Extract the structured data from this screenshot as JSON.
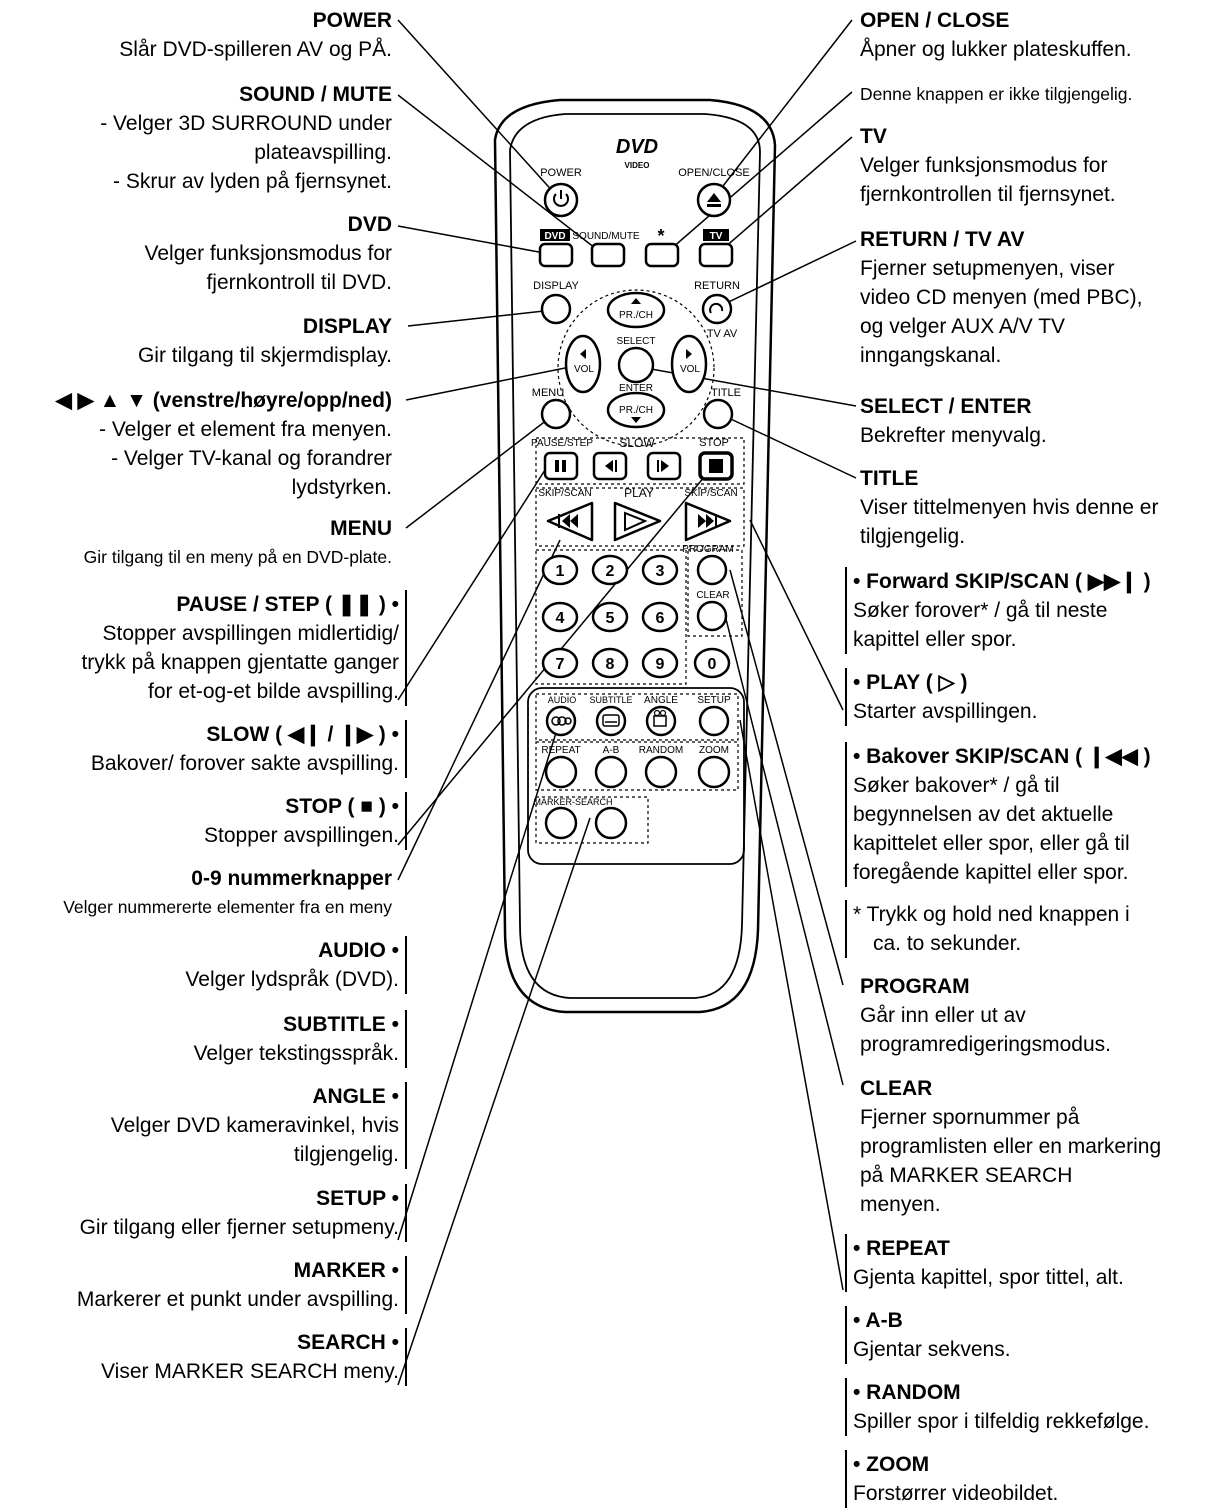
{
  "left_labels": [
    {
      "id": "power",
      "title": "POWER",
      "desc": "Slår DVD-spilleren AV og PÅ."
    },
    {
      "id": "sound_mute",
      "title": "SOUND / MUTE",
      "desc": "- Velger 3D SURROUND under\nplateavspilling.\n- Skrur av lyden på fjernsynet."
    },
    {
      "id": "dvd",
      "title": "DVD",
      "desc": "Velger funksjonsmodus for\nfjernkontroll til DVD."
    },
    {
      "id": "display",
      "title": "DISPLAY",
      "desc": "Gir tilgang til skjermdisplay."
    },
    {
      "id": "arrows",
      "title": "◀ ▶ ▲ ▼ (venstre/høyre/opp/ned)",
      "desc": "- Velger et element fra menyen.\n- Velger TV-kanal og forandrer\nlydstyrken."
    },
    {
      "id": "menu",
      "title": "MENU",
      "desc": "Gir tilgang til en meny på en DVD-plate."
    },
    {
      "id": "pause_step",
      "title": "PAUSE / STEP ( ❚❚ ) •",
      "desc": "Stopper avspillingen midlertidig/\ntrykk på knappen gjentatte ganger\nfor et-og-et bilde avspilling."
    },
    {
      "id": "slow",
      "title": "SLOW ( ◀❙ / ❙▶ ) •",
      "desc": "Bakover/ forover sakte avspilling."
    },
    {
      "id": "stop",
      "title": "STOP ( ■ ) •",
      "desc": "Stopper avspillingen."
    },
    {
      "id": "numbers",
      "title": "0-9 nummerknapper",
      "desc": "Velger nummererte elementer fra en meny"
    },
    {
      "id": "audio",
      "title": "AUDIO •",
      "desc": "Velger lydspråk (DVD)."
    },
    {
      "id": "subtitle",
      "title": "SUBTITLE •",
      "desc": "Velger tekstingsspråk."
    },
    {
      "id": "angle",
      "title": "ANGLE •",
      "desc": "Velger DVD kameravinkel, hvis\ntilgjengelig."
    },
    {
      "id": "setup",
      "title": "SETUP •",
      "desc": "Gir tilgang eller fjerner setupmeny."
    },
    {
      "id": "marker",
      "title": "MARKER •",
      "desc": "Markerer et punkt under avspilling."
    },
    {
      "id": "search",
      "title": "SEARCH •",
      "desc": "Viser MARKER SEARCH meny."
    }
  ],
  "right_labels": [
    {
      "id": "open_close",
      "title": "OPEN / CLOSE",
      "desc": "Åpner og lukker plateskuffen."
    },
    {
      "id": "star",
      "title": "",
      "desc": "Denne knappen er ikke tilgjengelig."
    },
    {
      "id": "tv",
      "title": "TV",
      "desc": "Velger funksjonsmodus for\nfjernkontrollen til fjernsynet."
    },
    {
      "id": "return",
      "title": "RETURN / TV AV",
      "desc": "Fjerner setupmenyen, viser\nvideo CD menyen (med PBC),\nog velger AUX A/V TV\ninngangskanal."
    },
    {
      "id": "select_enter",
      "title": "SELECT / ENTER",
      "desc": "Bekrefter menyvalg."
    },
    {
      "id": "title",
      "title": "TITLE",
      "desc": "Viser tittelmenyen hvis denne er\ntilgjengelig."
    },
    {
      "id": "fwd_skip",
      "title": "• Forward SKIP/SCAN ( ▶▶❙ )",
      "desc": "Søker forover* / gå til neste\nkapittel eller spor."
    },
    {
      "id": "play",
      "title": "• PLAY ( ▷ )",
      "desc": "Starter avspillingen."
    },
    {
      "id": "back_skip",
      "title": "• Bakover SKIP/SCAN ( ❙◀◀ )",
      "desc": "Søker bakover* / gå til\nbegynnelsen av det aktuelle\nkapittelet eller spor, eller gå til\nforegående kapittel eller spor."
    },
    {
      "id": "note",
      "title": "",
      "desc": "*  Trykk og hold ned knappen i\nca. to sekunder."
    },
    {
      "id": "program",
      "title": "PROGRAM",
      "desc": "Går inn eller ut av\nprogramredigeringsmodus."
    },
    {
      "id": "clear",
      "title": "CLEAR",
      "desc": "Fjerner spornummer på\nprogramlisten eller en markering\npå  MARKER SEARCH\nmenyen."
    },
    {
      "id": "repeat",
      "title": "• REPEAT",
      "desc": "Gjenta kapittel, spor tittel, alt."
    },
    {
      "id": "ab",
      "title": "• A-B",
      "desc": "Gjentar sekvens."
    },
    {
      "id": "random",
      "title": "• RANDOM",
      "desc": "Spiller spor i tilfeldig rekkefølge."
    },
    {
      "id": "zoom",
      "title": "• ZOOM",
      "desc": "Forstørrer videobildet."
    }
  ],
  "remote": {
    "logo_top": "DVD",
    "logo_bottom": "VIDEO",
    "power": "POWER",
    "open_close": "OPEN/CLOSE",
    "dvd": "DVD",
    "sound_mute": "SOUND/MUTE",
    "star": "*",
    "tv": "TV",
    "display": "DISPLAY",
    "return": "RETURN",
    "tv_av": "TV AV",
    "pr_ch": "PR./CH",
    "select": "SELECT",
    "enter": "ENTER",
    "vol": "VOL",
    "menu": "MENU",
    "title": "TITLE",
    "pause_step": "PAUSE/STEP",
    "slow": "SLOW",
    "stop": "STOP",
    "skip_scan": "SKIP/SCAN",
    "play": "PLAY",
    "program": "PROGRAM",
    "clear": "CLEAR",
    "digits": [
      "1",
      "2",
      "3",
      "4",
      "5",
      "6",
      "7",
      "8",
      "9",
      "0"
    ],
    "audio": "AUDIO",
    "subtitle": "SUBTITLE",
    "angle": "ANGLE",
    "setup": "SETUP",
    "repeat": "REPEAT",
    "ab": "A-B",
    "random": "RANDOM",
    "zoom": "ZOOM",
    "marker_search": "MARKER-SEARCH"
  }
}
